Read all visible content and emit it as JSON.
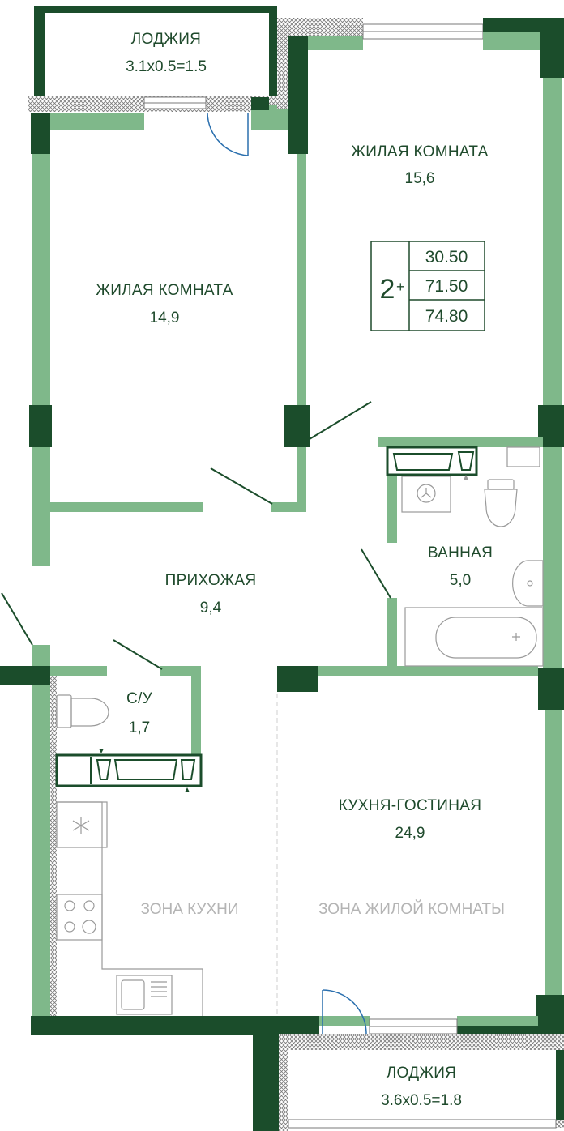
{
  "rooms": {
    "loggia_top": {
      "name": "ЛОДЖИЯ",
      "area": "3.1x0.5=1.5"
    },
    "living_left": {
      "name": "ЖИЛАЯ КОМНАТА",
      "area": "14,9"
    },
    "living_right": {
      "name": "ЖИЛАЯ КОМНАТА",
      "area": "15,6"
    },
    "hallway": {
      "name": "ПРИХОЖАЯ",
      "area": "9,4"
    },
    "bathroom": {
      "name": "ВАННАЯ",
      "area": "5,0"
    },
    "wc": {
      "name": "С/У",
      "area": "1,7"
    },
    "kitchen_living": {
      "name": "КУХНЯ-ГОСТИНАЯ",
      "area": "24,9"
    },
    "loggia_bottom": {
      "name": "ЛОДЖИЯ",
      "area": "3.6x0.5=1.8"
    }
  },
  "zones": {
    "kitchen": "ЗОНА КУХНИ",
    "living": "ЗОНА ЖИЛОЙ КОМНАТЫ"
  },
  "summary": {
    "rooms_count": "2",
    "plus": "+",
    "living_area": "30.50",
    "total_area": "71.50",
    "total_with_loggias": "74.80"
  },
  "colors": {
    "wall_dark": "#1b4d2b",
    "wall_light": "#7fb88a",
    "text": "#1f4a2c",
    "zone_text": "#b4b4b4",
    "fixture": "#9a9a9a"
  }
}
